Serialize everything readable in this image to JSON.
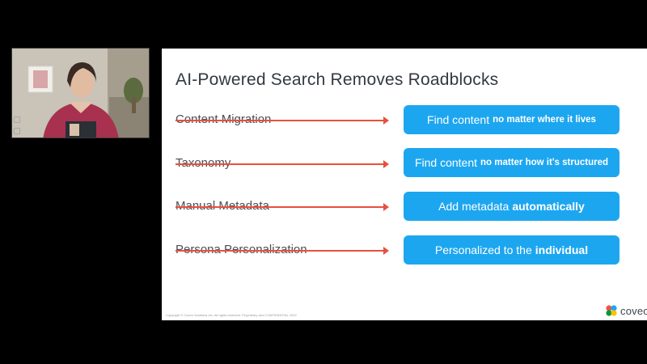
{
  "slide": {
    "title": "AI-Powered Search Removes Roadblocks",
    "rows": [
      {
        "old": "Content Migration",
        "lead": "Find content",
        "emphasis": "no matter where it lives",
        "style": "small"
      },
      {
        "old": "Taxonomy",
        "lead": "Find content",
        "emphasis": "no matter how it's structured",
        "style": "small"
      },
      {
        "old": "Manual Metadata",
        "lead": "Add metadata",
        "emphasis": "automatically",
        "style": "big"
      },
      {
        "old": "Persona Personalization",
        "lead": "Personalized to the",
        "emphasis": "individual",
        "style": "big"
      }
    ],
    "footer": "Copyright © Coveo Solutions Inc. All rights reserved. Proprietary and CONFIDENTIAL 2022",
    "logo_text": "coveo",
    "colors": {
      "strike_arrow": "#e8503e",
      "pill": "#1da6f0"
    }
  },
  "video": {
    "icons": [
      "camera-icon",
      "mic-icon",
      "expand-icon"
    ]
  }
}
